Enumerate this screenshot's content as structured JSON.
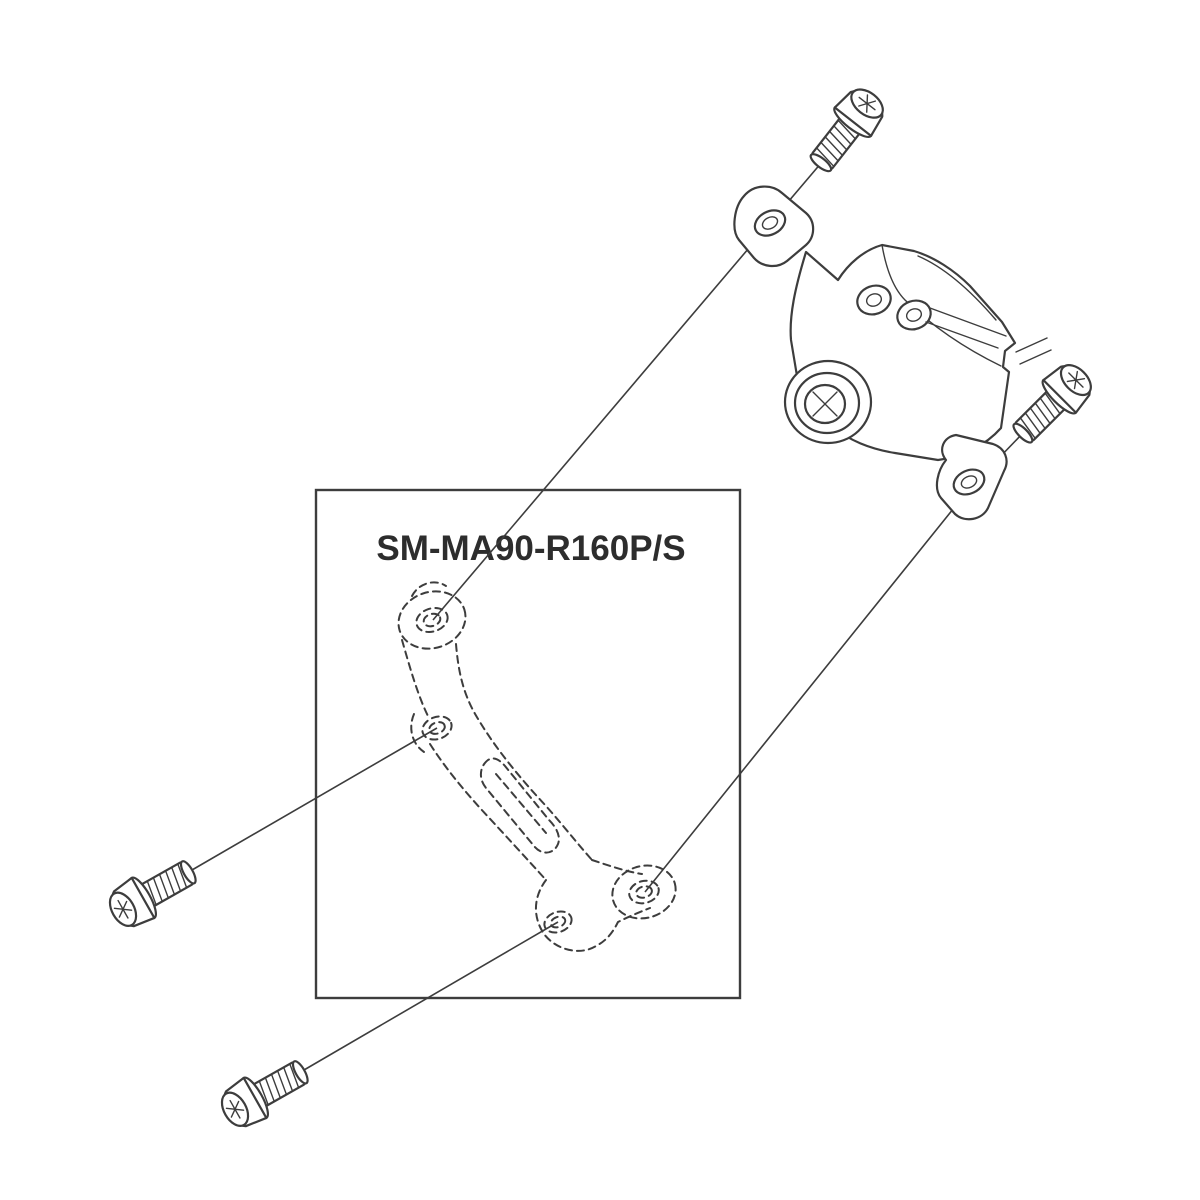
{
  "diagram": {
    "part_label": "SM-MA90-R160P/S",
    "line_color": "#3d3d3d",
    "label_color": "#2d2d2d",
    "background": "#ffffff",
    "components": [
      "brake-caliper",
      "fixing-bolt-top",
      "fixing-bolt-right",
      "fixing-bolt-lower-left",
      "fixing-bolt-bottom",
      "disc-brake-mount-adapter-dashed-outline",
      "part-label-box"
    ]
  }
}
